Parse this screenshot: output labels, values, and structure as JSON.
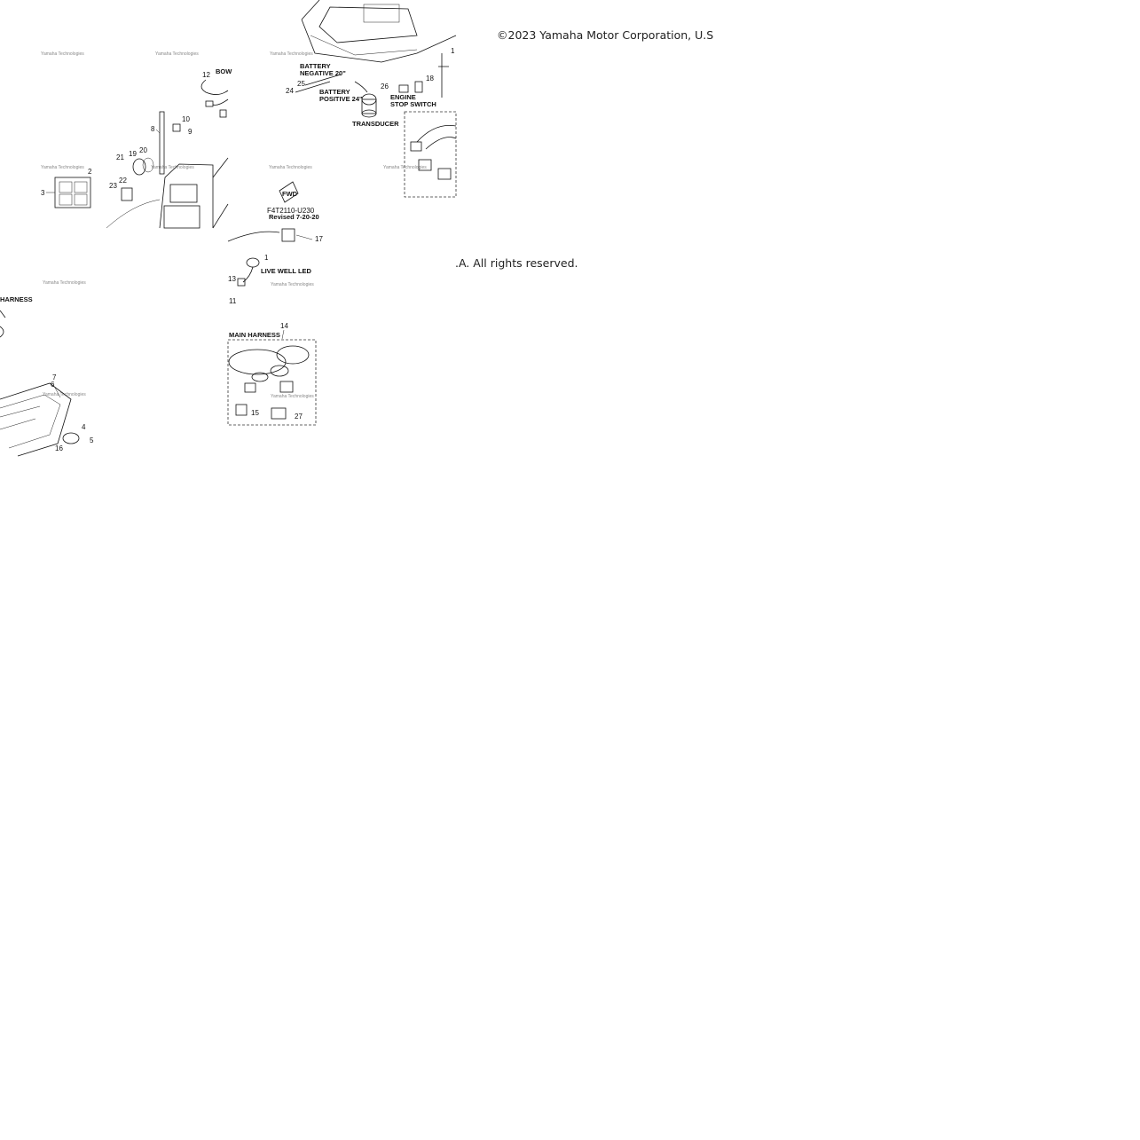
{
  "copyright": {
    "line1": "©2023 Yamaha Motor Corporation, U.S",
    "line2": ".A. All rights reserved."
  },
  "diagram": {
    "drawing_number": "F4T2110-U230",
    "revision": "Revised 7-20-20",
    "fwd_label": "FWD",
    "watermark": "Yamaha Technologies",
    "labels": {
      "bow": "BOW",
      "battery_negative_1": "BATTERY",
      "battery_negative_2": "NEGATIVE 20\"",
      "battery_positive_1": "BATTERY",
      "battery_positive_2": "POSITIVE 24\"",
      "engine_stop_1": "ENGINE",
      "engine_stop_2": "STOP SWITCH",
      "transducer": "TRANSDUCER",
      "live_well_led": "LIVE WELL LED",
      "harness": "HARNESS",
      "main_harness": "MAIN HARNESS"
    },
    "part_numbers": [
      "1",
      "2",
      "3",
      "4",
      "5",
      "6",
      "7",
      "8",
      "9",
      "10",
      "11",
      "12",
      "13",
      "14",
      "15",
      "16",
      "17",
      "18",
      "19",
      "20",
      "21",
      "22",
      "23",
      "24",
      "25",
      "26",
      "27"
    ]
  }
}
